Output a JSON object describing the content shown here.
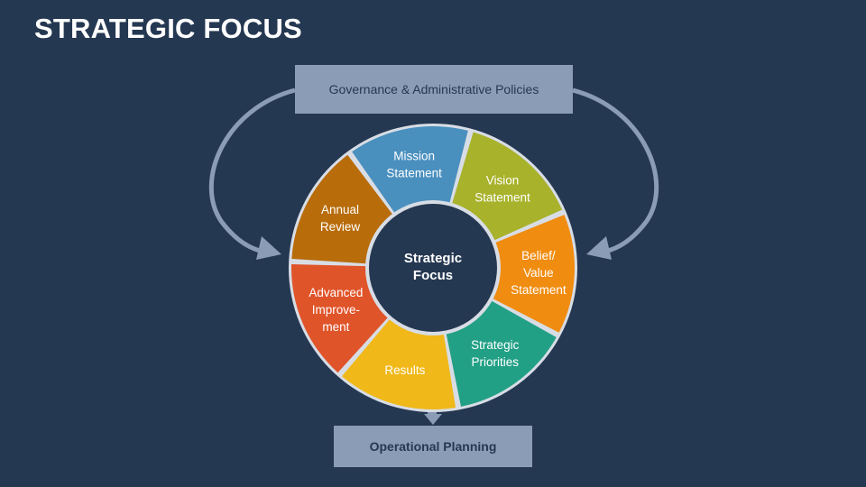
{
  "title": "STRATEGIC FOCUS",
  "top_box": "Governance & Administrative Policies",
  "bottom_box": "Operational Planning",
  "center": [
    "Strategic",
    "Focus"
  ],
  "colors": {
    "background": "#253852",
    "box": "#8b9db6",
    "arrow": "#8b9db6",
    "ring_border": "#d8dde5"
  },
  "segments": [
    {
      "lines": [
        "Mission",
        "Statement"
      ],
      "color": "#4a90bf"
    },
    {
      "lines": [
        "Vision",
        "Statement"
      ],
      "color": "#a8b22a"
    },
    {
      "lines": [
        "Belief/",
        "Value",
        "Statement"
      ],
      "color": "#f08c10"
    },
    {
      "lines": [
        "Strategic",
        "Priorities"
      ],
      "color": "#22a085"
    },
    {
      "lines": [
        "Results"
      ],
      "color": "#f0b818"
    },
    {
      "lines": [
        "Advanced",
        "Improve-",
        "ment"
      ],
      "color": "#e0542a"
    },
    {
      "lines": [
        "Annual",
        "Review"
      ],
      "color": "#b86c0a"
    }
  ]
}
